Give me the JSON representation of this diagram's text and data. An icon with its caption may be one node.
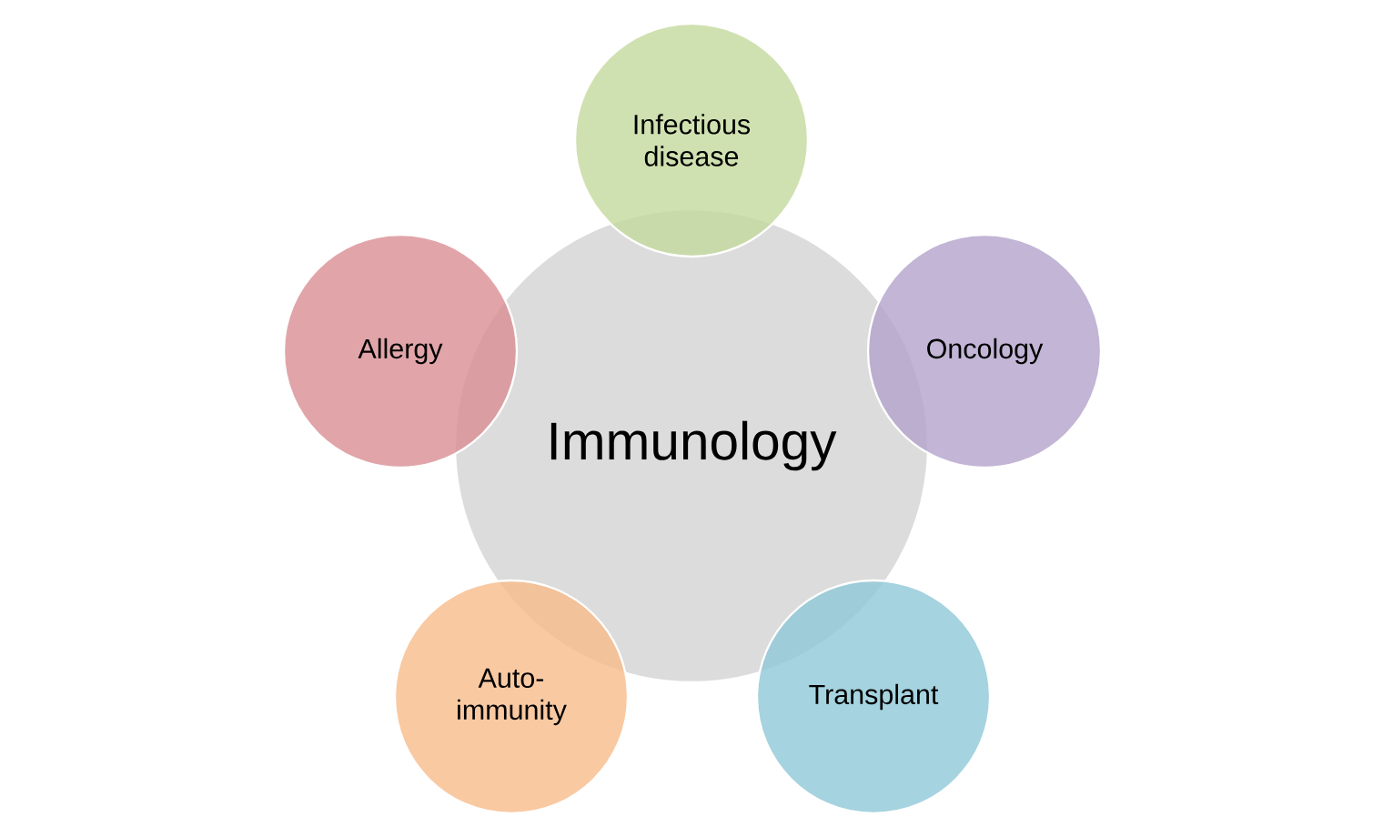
{
  "diagram": {
    "nodes": [
      {
        "text": [
          "Immunology"
        ]
      },
      {
        "text": [
          "Infectious disease"
        ]
      },
      {
        "text": [
          "Oncology"
        ]
      },
      {
        "text": [
          "Transplant"
        ]
      },
      {
        "text": [
          "Auto-immunity"
        ]
      },
      {
        "text": [
          "Allergy"
        ]
      }
    ]
  }
}
